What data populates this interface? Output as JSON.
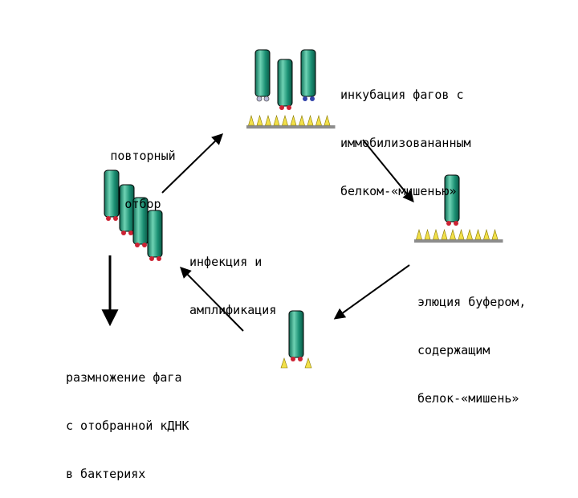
{
  "labels": {
    "incubation": [
      "инкубация фагов с",
      "иммобилизовананным",
      "белком-«мишенью»"
    ],
    "repeat": [
      "повторный",
      "отбор"
    ],
    "infection": [
      "инфекция и",
      "амплификация"
    ],
    "elution": [
      "элюция буфером,",
      "содержащим",
      "белок-«мишень»"
    ],
    "reproduction": [
      "размножение фага",
      "с отобранной кДНК",
      "в бактериях"
    ]
  },
  "colors": {
    "phage_body": "#1a8f73",
    "phage_highlight": "#6fd3b4",
    "phage_edge": "#000000",
    "protein_red": "#cc2233",
    "protein_blue": "#3344aa",
    "target_yellow": "#f2e04a",
    "surface_gray": "#8c8c8c",
    "arrow": "#000000"
  }
}
